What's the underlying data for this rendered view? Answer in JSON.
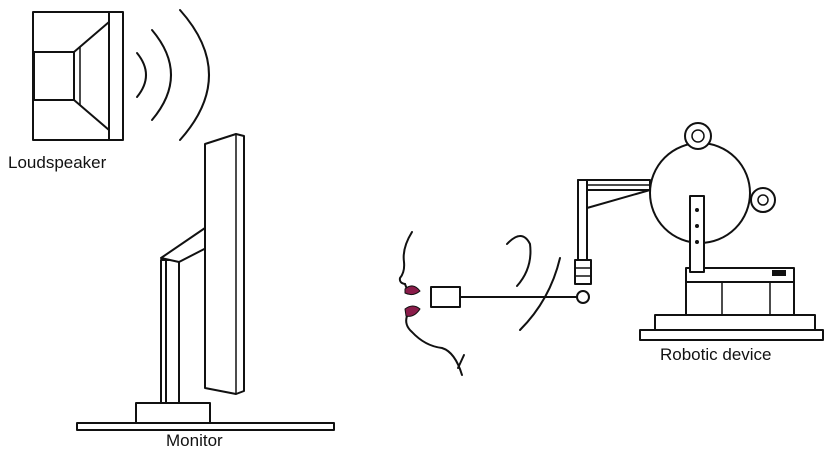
{
  "labels": {
    "loudspeaker": "Loudspeaker",
    "monitor": "Monitor",
    "robotic_device": "Robotic device"
  },
  "colors": {
    "line": "#111111",
    "lips": "#8a1c4a",
    "background": "#ffffff"
  }
}
